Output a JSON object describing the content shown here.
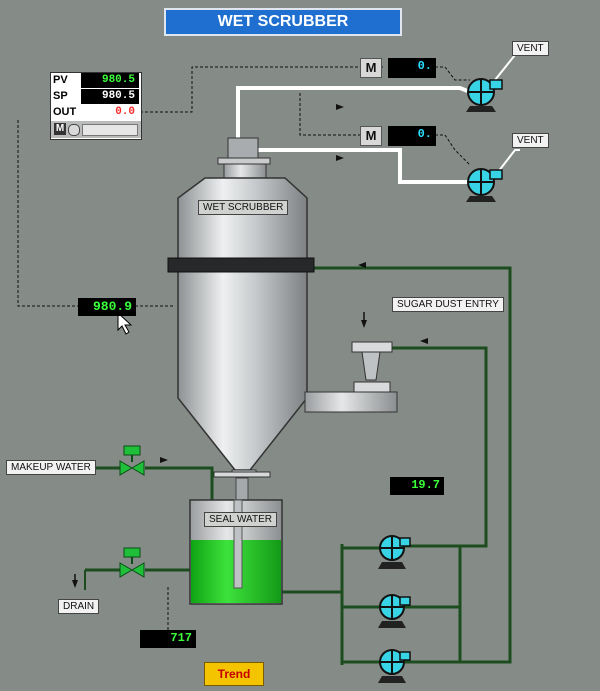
{
  "title": "WET SCRUBBER",
  "pid_faceplate": {
    "pv_label": "PV",
    "pv_value": "980.5",
    "sp_label": "SP",
    "sp_value": "980.5",
    "out_label": "OUT",
    "out_value": "0.0",
    "mode_label": "M"
  },
  "pressure_readout": "980.9",
  "fans": [
    {
      "motor_label": "M",
      "speed_value": "0.",
      "vent_label": "VENT"
    },
    {
      "motor_label": "M",
      "speed_value": "0.",
      "vent_label": "VENT"
    }
  ],
  "labels": {
    "wet_scrubber": "WET SCRUBBER",
    "sugar_dust_entry": "SUGAR DUST ENTRY",
    "makeup_water": "MAKEUP WATER",
    "seal_water": "SEAL WATER",
    "drain": "DRAIN"
  },
  "flow_readout": "19.7",
  "level_readout": "717",
  "trend_button": "Trend",
  "colors": {
    "background": "#858b87",
    "title_banner": "#1f6fd0",
    "pump_cyan": "#38d4e6",
    "water_green": "#19c01c",
    "valve_green": "#1fbf3a",
    "pipe_green": "#1b4d1e",
    "value_green": "#3cff3c",
    "value_red": "#ff2a2a"
  }
}
